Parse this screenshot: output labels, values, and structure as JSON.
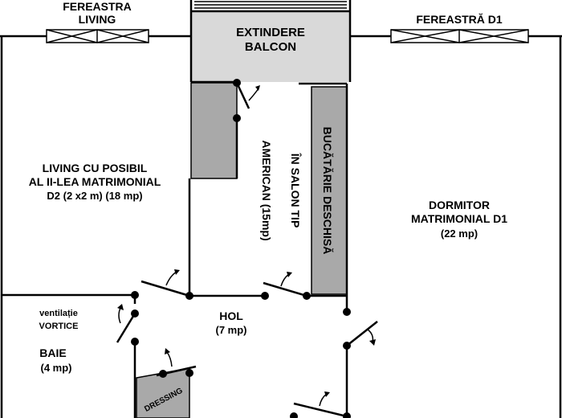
{
  "labels": {
    "window_living": [
      "FEREASTRA",
      "LIVING"
    ],
    "window_d1": "FEREASTRĂ D1",
    "balcony": [
      "EXTINDERE",
      "BALCON"
    ],
    "living": [
      "LIVING CU POSIBIL",
      "AL II-LEA MATRIMONIAL",
      "D2 (2 x2 m) (18 mp)"
    ],
    "kitchen": "BUCĂTĂRIE DESCHISĂ",
    "salon": [
      "ÎN SALON TIP",
      "AMERICAN (15mp)"
    ],
    "bedroom": [
      "DORMITOR",
      "MATRIMONIAL D1",
      "(22 mp)"
    ],
    "ventilation": [
      "ventilație",
      "VORTICE"
    ],
    "bathroom": [
      "BAIE",
      "(4 mp)"
    ],
    "hall": [
      "HOL",
      "(7 mp)"
    ],
    "dressing": "DRESSING"
  },
  "colors": {
    "wall": "#000000",
    "balcony_fill": "#d9d9d9",
    "grey_fill": "#a9a9a9",
    "background": "#ffffff"
  }
}
